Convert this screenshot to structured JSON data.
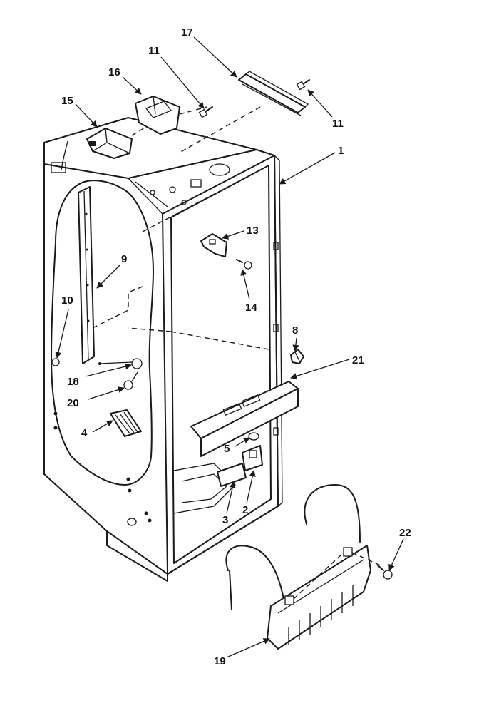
{
  "callouts": [
    {
      "id": "c1",
      "text": "1"
    },
    {
      "id": "c2",
      "text": "2"
    },
    {
      "id": "c3",
      "text": "3"
    },
    {
      "id": "c4",
      "text": "4"
    },
    {
      "id": "c5",
      "text": "5"
    },
    {
      "id": "c8",
      "text": "8"
    },
    {
      "id": "c9",
      "text": "9"
    },
    {
      "id": "c10",
      "text": "10"
    },
    {
      "id": "c11a",
      "text": "11"
    },
    {
      "id": "c11b",
      "text": "11"
    },
    {
      "id": "c13",
      "text": "13"
    },
    {
      "id": "c14",
      "text": "14"
    },
    {
      "id": "c15",
      "text": "15"
    },
    {
      "id": "c16",
      "text": "16"
    },
    {
      "id": "c17",
      "text": "17"
    },
    {
      "id": "c18",
      "text": "18"
    },
    {
      "id": "c19",
      "text": "19"
    },
    {
      "id": "c20",
      "text": "20"
    },
    {
      "id": "c21",
      "text": "21"
    },
    {
      "id": "c22",
      "text": "22"
    }
  ]
}
